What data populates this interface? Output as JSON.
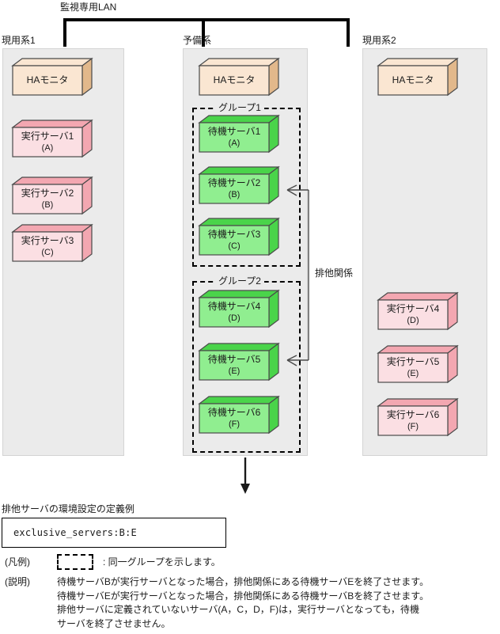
{
  "diagram": {
    "lan": {
      "label": "監視専用LAN"
    },
    "panels": [
      {
        "title": "現用系1",
        "monitor": {
          "name": "HAモニタ"
        },
        "servers": [
          {
            "name": "実行サーバ1",
            "id": "(A)"
          },
          {
            "name": "実行サーバ2",
            "id": "(B)"
          },
          {
            "name": "実行サーバ3",
            "id": "(C)"
          }
        ]
      },
      {
        "title": "予備系",
        "monitor": {
          "name": "HAモニタ"
        },
        "groups": [
          {
            "label": "グループ1",
            "servers": [
              {
                "name": "待機サーバ1",
                "id": "(A)"
              },
              {
                "name": "待機サーバ2",
                "id": "(B)"
              },
              {
                "name": "待機サーバ3",
                "id": "(C)"
              }
            ]
          },
          {
            "label": "グループ2",
            "servers": [
              {
                "name": "待機サーバ4",
                "id": "(D)"
              },
              {
                "name": "待機サーバ5",
                "id": "(E)"
              },
              {
                "name": "待機サーバ6",
                "id": "(F)"
              }
            ]
          }
        ]
      },
      {
        "title": "現用系2",
        "monitor": {
          "name": "HAモニタ"
        },
        "servers": [
          {
            "name": "実行サーバ4",
            "id": "(D)"
          },
          {
            "name": "実行サーバ5",
            "id": "(E)"
          },
          {
            "name": "実行サーバ6",
            "id": "(F)"
          }
        ]
      }
    ],
    "exclusive_relation": {
      "label": "排他関係"
    },
    "definition": {
      "title": "排他サーバの環境設定の定義例",
      "code": "exclusive_servers:B:E"
    },
    "legend": {
      "key": "(凡例)",
      "text": ": 同一グループを示します。"
    },
    "explanation": {
      "key": "(説明)",
      "lines": [
        "待機サーバBが実行サーバとなった場合，排他関係にある待機サーバEを終了させます。",
        "待機サーバEが実行サーバとなった場合，排他関係にある待機サーバBを終了させます。",
        "排他サーバに定義されていないサーバ(A，C，D，F)は，実行サーバとなっても，待機",
        "サーバを終了させません。"
      ]
    },
    "colors": {
      "panel_bg": "#ebebeb",
      "monitor_front": "#fae6d2",
      "monitor_shade": "#e2b88b",
      "active_front": "#fbdfe3",
      "active_shade": "#f3a7b1",
      "standby_front": "#90ee90",
      "standby_shade": "#4ad44a",
      "outline": "#4a4a4a"
    }
  }
}
